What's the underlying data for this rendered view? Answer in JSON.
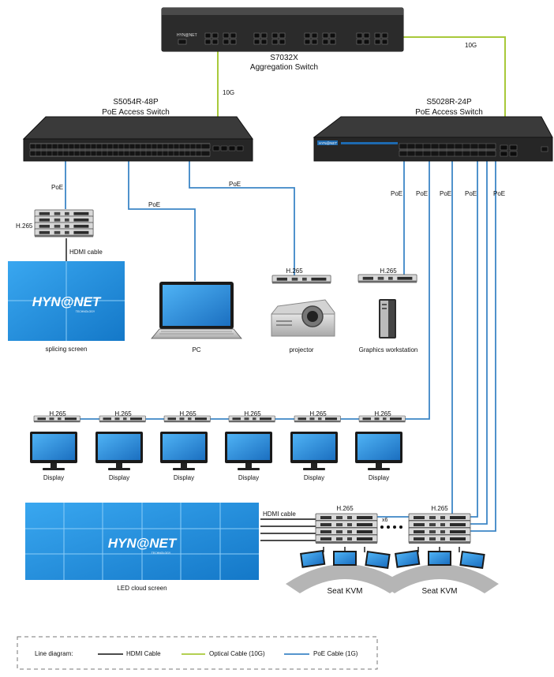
{
  "switches": {
    "aggregation": {
      "model": "S7032X",
      "role": "Aggregation Switch"
    },
    "left": {
      "model": "S5054R-48P",
      "role": "PoE Access Switch"
    },
    "right": {
      "model": "S5028R-24P",
      "role": "PoE Access Switch"
    },
    "brand": "HYN@NET"
  },
  "links": {
    "ten_g": "10G",
    "poe": "PoE",
    "hdmi_cable": "HDMI cable",
    "h265": "H.265",
    "multiplier": "x6"
  },
  "devices": {
    "splicing_screen": "splicing screen",
    "pc": "PC",
    "projector": "projector",
    "workstation": "Graphics workstation",
    "display": "Display",
    "led_screen": "LED cloud screen",
    "seat_kvm": "Seat KVM"
  },
  "logo": {
    "text": "HYN@NET",
    "sub": "TECHNOLOGY"
  },
  "legend": {
    "title": "Line diagram:",
    "items": [
      {
        "label": "HDMI Cable",
        "color": "#111111"
      },
      {
        "label": "Optical Cable (10G)",
        "color": "#a8c93a"
      },
      {
        "label": "PoE Cable (1G)",
        "color": "#3d86c6"
      }
    ]
  },
  "colors": {
    "poe": "#3d86c6",
    "optical": "#a8c93a",
    "hdmi": "#111111",
    "screen": "#1f8fe0"
  }
}
